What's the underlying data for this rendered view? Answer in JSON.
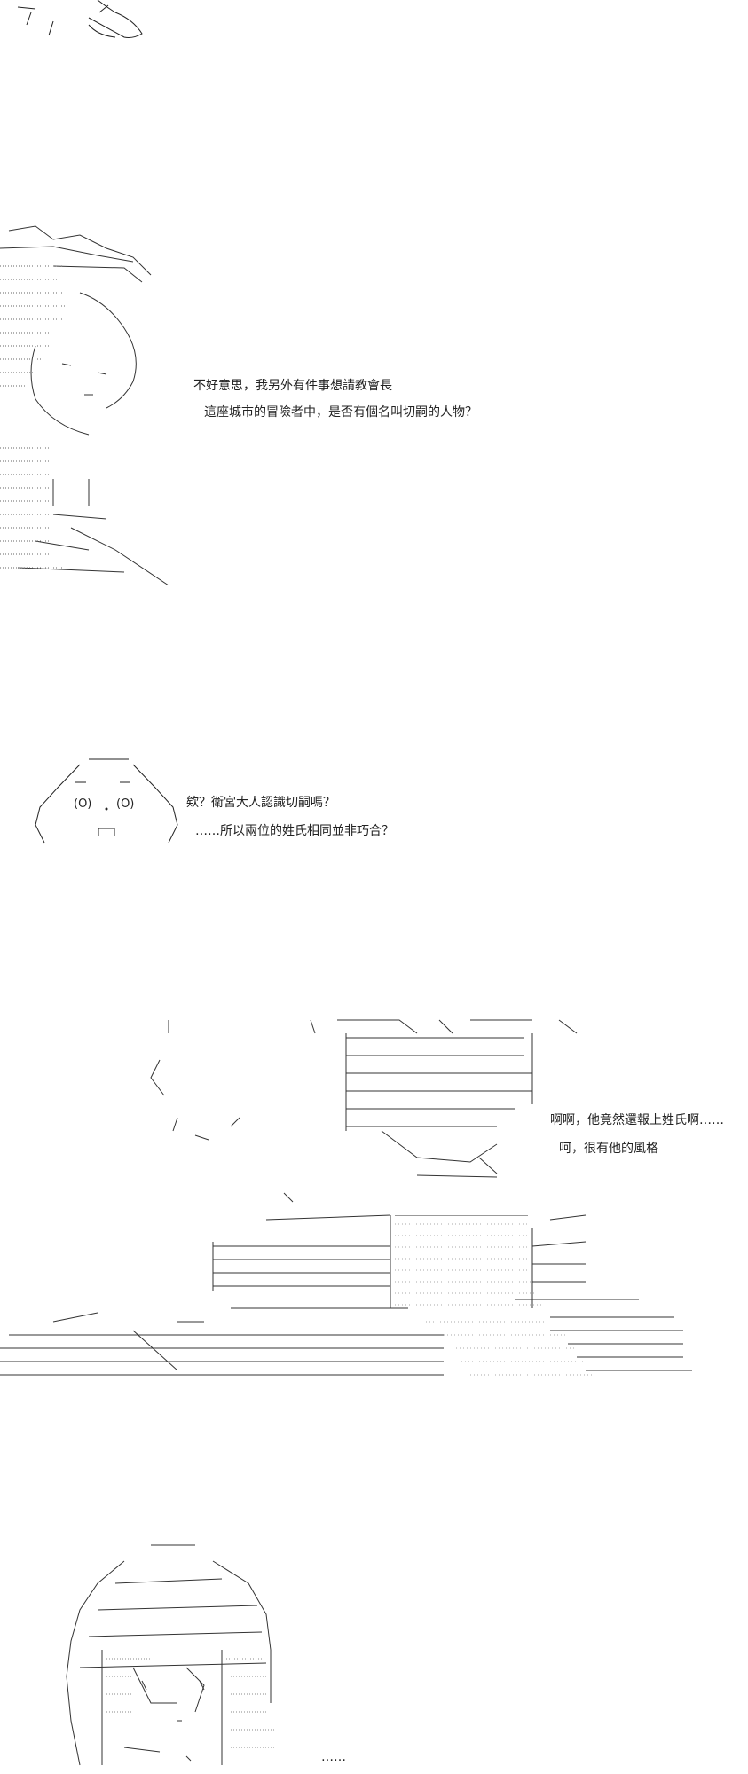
{
  "panels": [
    {
      "id": "panel-1",
      "dialogue": []
    },
    {
      "id": "panel-2",
      "dialogue": [
        "不好意思，我另外有件事想請教會長",
        "這座城市的冒險者中，是否有個名叫切嗣的人物？"
      ]
    },
    {
      "id": "panel-3",
      "dialogue": [
        "欸？衛宮大人認識切嗣嗎？",
        "……所以兩位的姓氏相同並非巧合？"
      ]
    },
    {
      "id": "panel-4",
      "dialogue": [
        "啊啊，他竟然還報上姓氏啊……",
        "呵，很有他的風格"
      ]
    },
    {
      "id": "panel-5",
      "dialogue": [
        "……"
      ]
    }
  ],
  "colors": {
    "ink": "#222222",
    "background": "#ffffff",
    "stipple": "#999999"
  }
}
